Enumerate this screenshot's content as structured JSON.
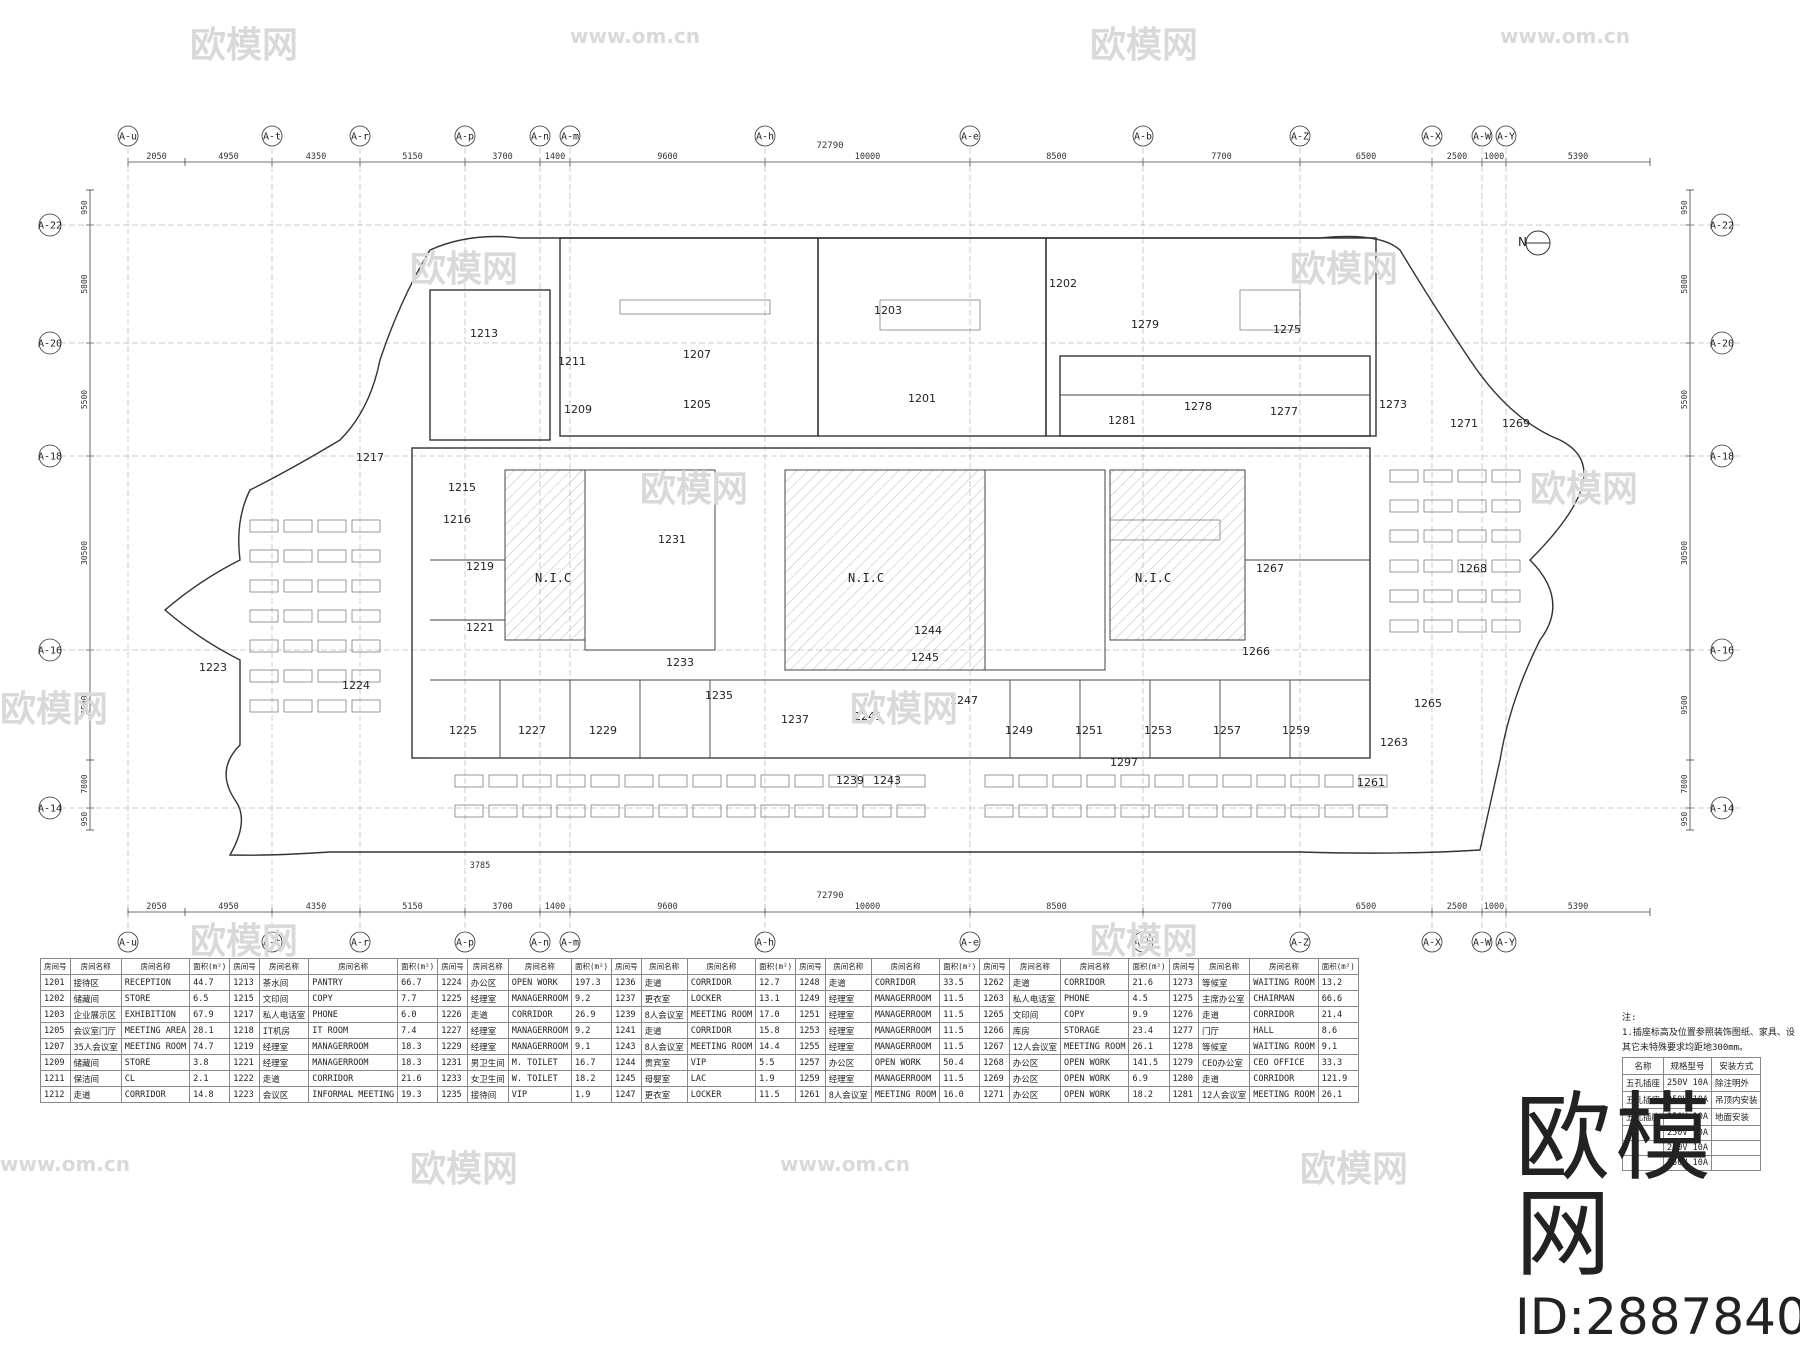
{
  "watermark": {
    "brand": "欧模网",
    "url": "www.om.cn"
  },
  "branding": {
    "logo": "欧模网",
    "id_label": "ID:2887840"
  },
  "grid": {
    "columns": [
      "A-u",
      "A-t",
      "A-r",
      "A-p",
      "A-n",
      "A-m",
      "A-h",
      "A-e",
      "A-b",
      "A-Z",
      "A-X",
      "A-W",
      "A-Y"
    ],
    "rows": [
      "A-22",
      "A-20",
      "A-18",
      "A-16",
      "A-14"
    ],
    "total_dim": "72790",
    "spacing": [
      "2050",
      "4950",
      "4350",
      "5150",
      "3700",
      "1400",
      "9600",
      "10000",
      "8500",
      "7700",
      "6500",
      "2500",
      "1000",
      "5390"
    ],
    "row_spacing": [
      "950",
      "5800",
      "5500",
      "30500",
      "9500",
      "7800",
      "950"
    ],
    "bottom_dim": "3785",
    "north": "N"
  },
  "zones": {
    "nic": "N.I.C"
  },
  "room_numbers": [
    "1213",
    "1211",
    "1209",
    "1207",
    "1205",
    "1203",
    "1202",
    "1201",
    "1279",
    "1275",
    "1278",
    "1281",
    "1277",
    "1273",
    "1271",
    "1269",
    "1217",
    "1215",
    "1216",
    "1219",
    "1221",
    "1231",
    "1233",
    "1235",
    "1237",
    "1241",
    "1244",
    "1245",
    "1247",
    "1249",
    "1251",
    "1253",
    "1257",
    "1259",
    "1267",
    "1268",
    "1266",
    "1265",
    "1263",
    "1261",
    "1297",
    "1223",
    "1224",
    "1225",
    "1227",
    "1229",
    "1239",
    "1243"
  ],
  "room_table": {
    "headers": [
      "房间号",
      "房间名称",
      "房间名称",
      "面积(m²)"
    ],
    "rows": [
      [
        [
          "1201",
          "接待区",
          "RECEPTION",
          "44.7"
        ],
        [
          "1213",
          "茶水间",
          "PANTRY",
          "66.7"
        ],
        [
          "1224",
          "办公区",
          "OPEN WORK",
          "197.3"
        ],
        [
          "1236",
          "走道",
          "CORRIDOR",
          "12.7"
        ],
        [
          "1248",
          "走道",
          "CORRIDOR",
          "33.5"
        ],
        [
          "1262",
          "走道",
          "CORRIDOR",
          "21.6"
        ],
        [
          "1273",
          "等候室",
          "WAITING ROOM",
          "13.2"
        ]
      ],
      [
        [
          "1202",
          "储藏间",
          "STORE",
          "6.5"
        ],
        [
          "1215",
          "文印间",
          "COPY",
          "7.7"
        ],
        [
          "1225",
          "经理室",
          "MANAGERROOM",
          "9.2"
        ],
        [
          "1237",
          "更衣室",
          "LOCKER",
          "13.1"
        ],
        [
          "1249",
          "经理室",
          "MANAGERROOM",
          "11.5"
        ],
        [
          "1263",
          "私人电话室",
          "PHONE",
          "4.5"
        ],
        [
          "1275",
          "主席办公室",
          "CHAIRMAN",
          "66.6"
        ]
      ],
      [
        [
          "1203",
          "企业展示区",
          "EXHIBITION",
          "67.9"
        ],
        [
          "1217",
          "私人电话室",
          "PHONE",
          "6.0"
        ],
        [
          "1226",
          "走道",
          "CORRIDOR",
          "26.9"
        ],
        [
          "1239",
          "8人会议室",
          "MEETING ROOM",
          "17.0"
        ],
        [
          "1251",
          "经理室",
          "MANAGERROOM",
          "11.5"
        ],
        [
          "1265",
          "文印间",
          "COPY",
          "9.9"
        ],
        [
          "1276",
          "走道",
          "CORRIDOR",
          "21.4"
        ]
      ],
      [
        [
          "1205",
          "会议室门厅",
          "MEETING AREA",
          "28.1"
        ],
        [
          "1218",
          "IT机房",
          "IT ROOM",
          "7.4"
        ],
        [
          "1227",
          "经理室",
          "MANAGERROOM",
          "9.2"
        ],
        [
          "1241",
          "走道",
          "CORRIDOR",
          "15.8"
        ],
        [
          "1253",
          "经理室",
          "MANAGERROOM",
          "11.5"
        ],
        [
          "1266",
          "库房",
          "STORAGE",
          "23.4"
        ],
        [
          "1277",
          "门厅",
          "HALL",
          "8.6"
        ]
      ],
      [
        [
          "1207",
          "35人会议室",
          "MEETING ROOM",
          "74.7"
        ],
        [
          "1219",
          "经理室",
          "MANAGERROOM",
          "18.3"
        ],
        [
          "1229",
          "经理室",
          "MANAGERROOM",
          "9.1"
        ],
        [
          "1243",
          "8人会议室",
          "MEETING ROOM",
          "14.4"
        ],
        [
          "1255",
          "经理室",
          "MANAGERROOM",
          "11.5"
        ],
        [
          "1267",
          "12人会议室",
          "MEETING ROOM",
          "26.1"
        ],
        [
          "1278",
          "等候室",
          "WAITING ROOM",
          "9.1"
        ]
      ],
      [
        [
          "1209",
          "储藏间",
          "STORE",
          "3.8"
        ],
        [
          "1221",
          "经理室",
          "MANAGERROOM",
          "18.3"
        ],
        [
          "1231",
          "男卫生间",
          "M. TOILET",
          "16.7"
        ],
        [
          "1244",
          "贵宾室",
          "VIP",
          "5.5"
        ],
        [
          "1257",
          "办公区",
          "OPEN WORK",
          "50.4"
        ],
        [
          "1268",
          "办公区",
          "OPEN WORK",
          "141.5"
        ],
        [
          "1279",
          "CEO办公室",
          "CEO OFFICE",
          "33.3"
        ]
      ],
      [
        [
          "1211",
          "保洁间",
          "CL",
          "2.1"
        ],
        [
          "1222",
          "走道",
          "CORRIDOR",
          "21.6"
        ],
        [
          "1233",
          "女卫生间",
          "W. TOILET",
          "18.2"
        ],
        [
          "1245",
          "母婴室",
          "LAC",
          "1.9"
        ],
        [
          "1259",
          "经理室",
          "MANAGERROOM",
          "11.5"
        ],
        [
          "1269",
          "办公区",
          "OPEN WORK",
          "6.9"
        ],
        [
          "1280",
          "走道",
          "CORRIDOR",
          "121.9"
        ]
      ],
      [
        [
          "1212",
          "走道",
          "CORRIDOR",
          "14.8"
        ],
        [
          "1223",
          "会议区",
          "INFORMAL MEETING",
          "19.3"
        ],
        [
          "1235",
          "接待间",
          "VIP",
          "1.9"
        ],
        [
          "1247",
          "更衣室",
          "LOCKER",
          "11.5"
        ],
        [
          "1261",
          "8人会议室",
          "MEETING ROOM",
          "16.0"
        ],
        [
          "1271",
          "办公区",
          "OPEN WORK",
          "18.2"
        ],
        [
          "1281",
          "12人会议室",
          "MEETING ROOM",
          "26.1"
        ]
      ]
    ]
  },
  "notes": {
    "title": "注:",
    "line1": "1.插座标高及位置参照装饰图纸、家具、设",
    "line2": "其它未特殊要求均距地300mm。",
    "legend_headers": [
      "名称",
      "规格型号",
      "安装方式"
    ],
    "legend_rows": [
      [
        "五孔插座",
        "250V 10A",
        "除注明外"
      ],
      [
        "五孔插座",
        "250V 10A",
        "吊顶内安装"
      ],
      [
        "五孔插座",
        "250V 10A",
        "地面安装"
      ],
      [
        "",
        "250V 10A",
        ""
      ],
      [
        "",
        "250V 10A",
        ""
      ],
      [
        "",
        "250V 10A",
        ""
      ]
    ]
  }
}
